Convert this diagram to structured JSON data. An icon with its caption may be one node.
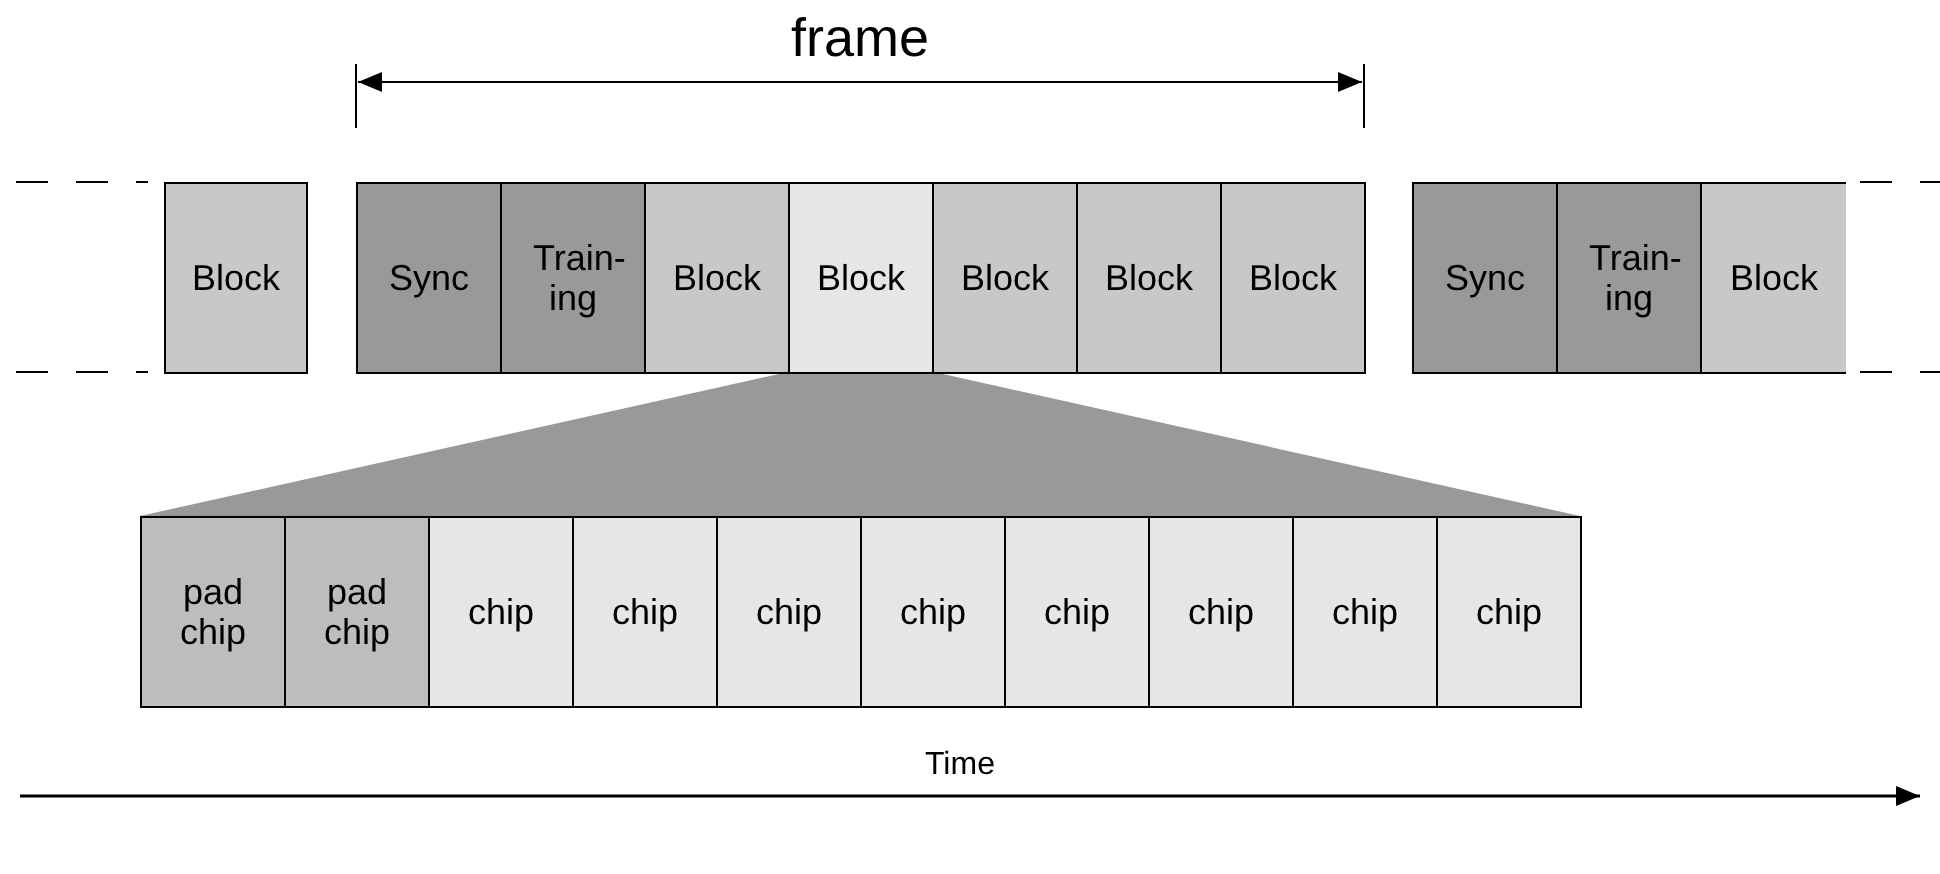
{
  "diagram": {
    "nodes": [
      {
        "text": [
          "Block"
        ]
      },
      {
        "text": [
          "Sync"
        ]
      },
      {
        "text": [
          "Train- ing"
        ]
      },
      {
        "text": [
          "Block"
        ]
      },
      {
        "text": [
          "Block"
        ]
      },
      {
        "text": [
          "Block"
        ]
      },
      {
        "text": [
          "Block"
        ]
      },
      {
        "text": [
          "Block"
        ]
      },
      {
        "text": [
          "Sync"
        ]
      },
      {
        "text": [
          "Train- ing"
        ]
      },
      {
        "text": [
          "Block"
        ]
      },
      {
        "text": [],
        "shape": "trapezoid"
      },
      {
        "text": [
          "pad chip"
        ]
      },
      {
        "text": [
          "pad chip"
        ]
      },
      {
        "text": [
          "chip"
        ]
      },
      {
        "text": [
          "chip"
        ]
      },
      {
        "text": [
          "chip"
        ]
      },
      {
        "text": [
          "chip"
        ]
      },
      {
        "text": [
          "chip"
        ]
      },
      {
        "text": [
          "chip"
        ]
      },
      {
        "text": [
          "chip"
        ]
      },
      {
        "text": [
          "chip"
        ]
      }
    ],
    "labels": [
      "frame",
      "Time"
    ]
  }
}
